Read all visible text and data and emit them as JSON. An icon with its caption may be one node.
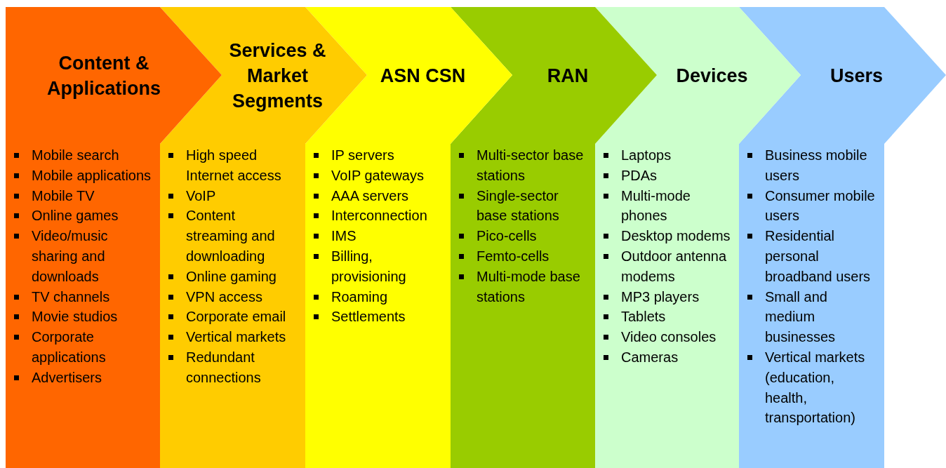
{
  "diagram": {
    "nodes": [
      {
        "text": [
          "Content & Applications",
          "Mobile search",
          "Mobile applications",
          "Mobile TV",
          "Online games",
          "Video/music sharing and downloads",
          "TV channels",
          "Movie studios",
          "Corporate applications",
          "Advertisers"
        ]
      },
      {
        "text": [
          "Services & Market Segments",
          "High speed Internet access",
          "VoIP",
          "Content streaming and downloading",
          "Online gaming",
          "VPN access",
          "Corporate email",
          "Vertical markets",
          "Redundant connections"
        ]
      },
      {
        "text": [
          "ASN CSN",
          "IP servers",
          "VoIP gateways",
          "AAA servers",
          "Interconnection",
          "IMS",
          "Billing, provisioning",
          "Roaming",
          "Settlements"
        ]
      },
      {
        "text": [
          "RAN",
          "Multi-sector base stations",
          "Single-sector base stations",
          "Pico-cells",
          "Femto-cells",
          "Multi-mode base stations"
        ]
      },
      {
        "text": [
          "Devices",
          "Laptops",
          "PDAs",
          "Multi-mode phones",
          "Desktop modems",
          "Outdoor antenna modems",
          "MP3 players",
          "Tablets",
          "Video consoles",
          "Cameras"
        ]
      },
      {
        "text": [
          "Users",
          "Business mobile users",
          "Consumer mobile users",
          "Residential personal broadband users",
          "Small and medium businesses",
          "Vertical markets (education, health, transportation)"
        ]
      }
    ]
  }
}
